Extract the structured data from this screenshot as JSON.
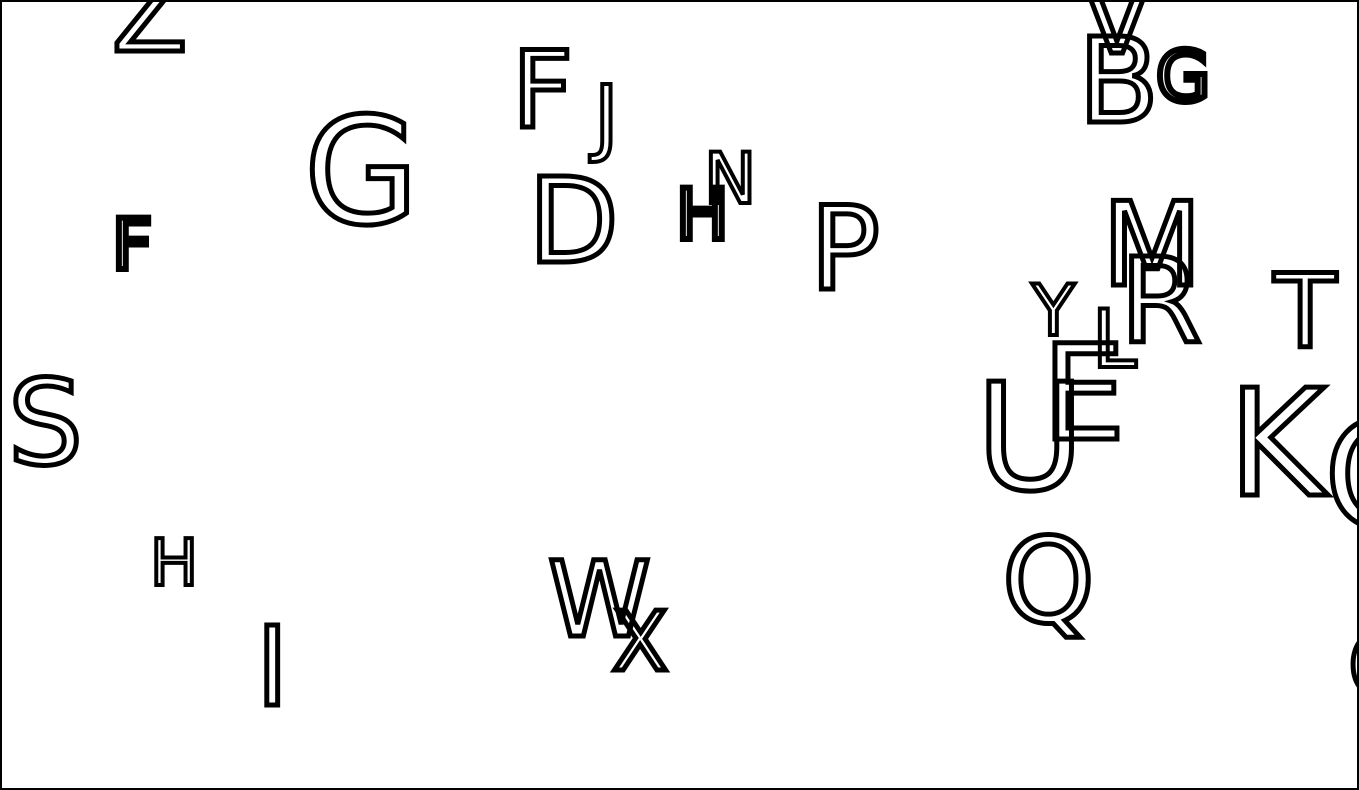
{
  "glyphs": {
    "Z": "Z",
    "F1": "F",
    "J": "J",
    "V": "V",
    "B": "B",
    "G2": "G",
    "G1": "G",
    "N": "N",
    "H1": "H",
    "D": "D",
    "F2": "F",
    "P": "P",
    "M": "M",
    "R": "R",
    "T": "T",
    "Y": "Y",
    "L": "L",
    "E": "E",
    "U": "U",
    "S": "S",
    "K": "K",
    "O1": "C",
    "H2": "H",
    "Q": "Q",
    "W": "W",
    "X": "X",
    "I": "I",
    "O2": "C"
  },
  "colors": {
    "ink": "#000000",
    "background": "#ffffff",
    "border": "#000000"
  }
}
